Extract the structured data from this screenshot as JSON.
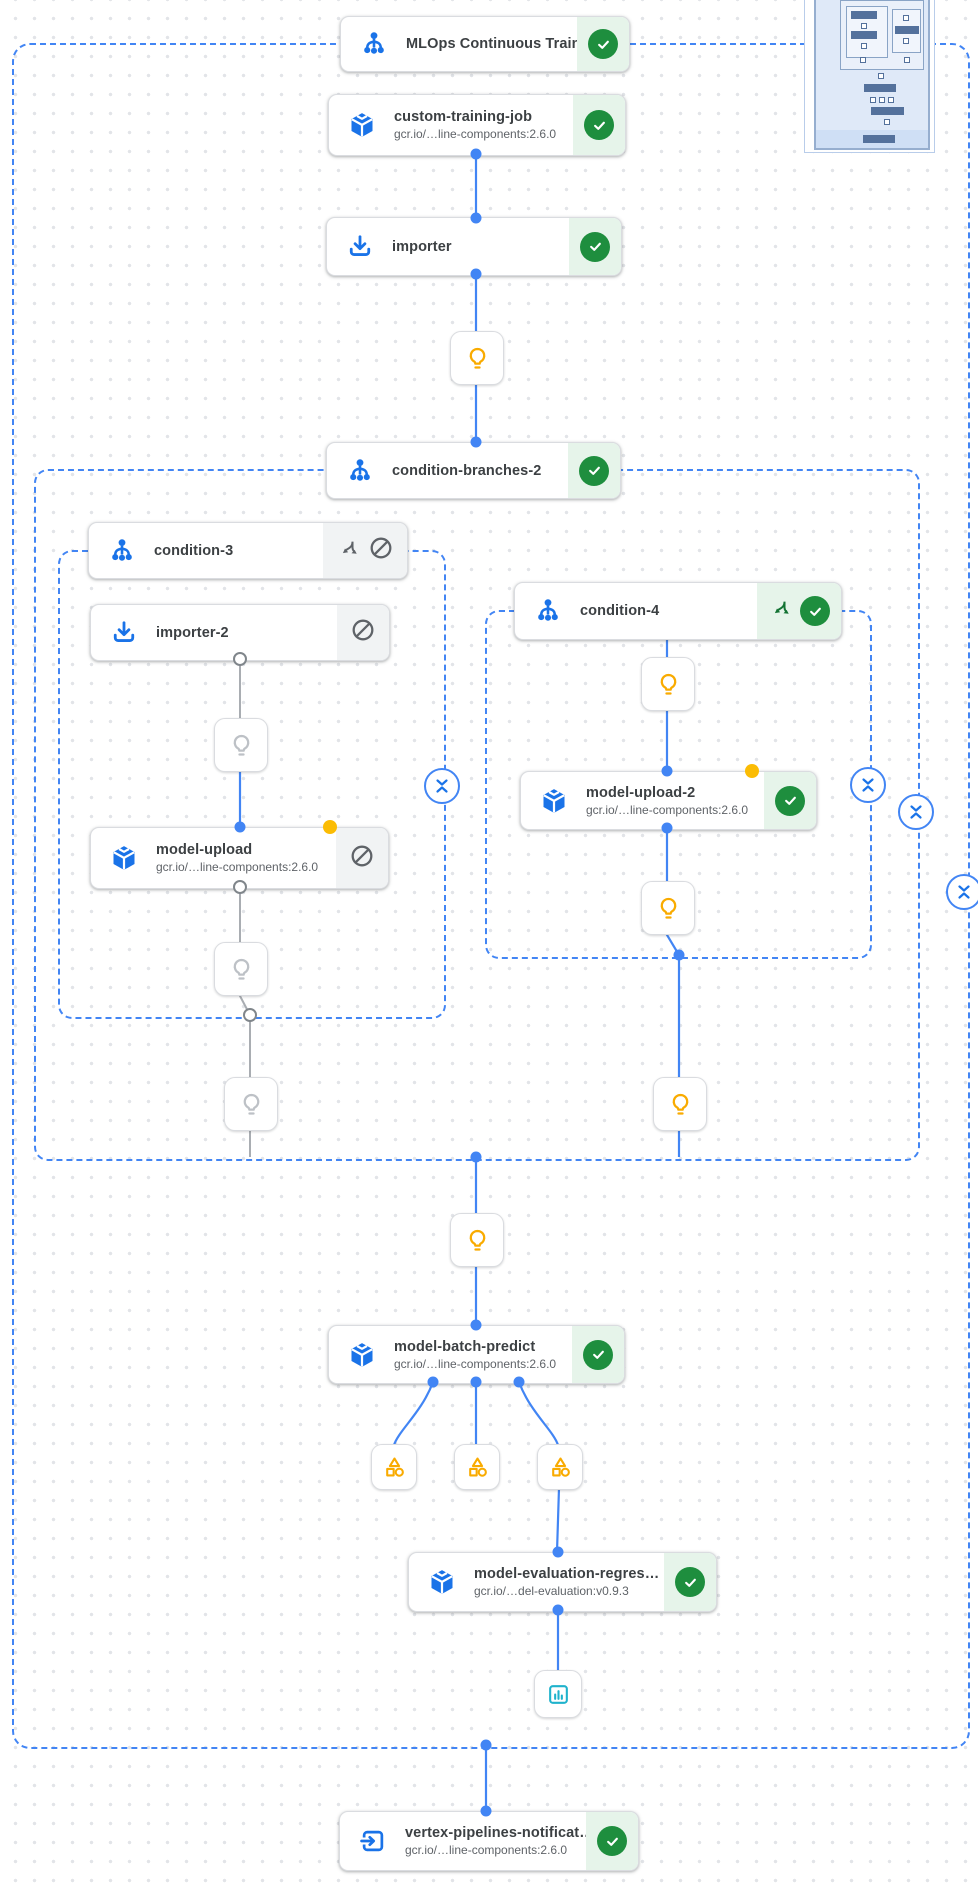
{
  "colors": {
    "accent_blue": "#4285F4",
    "icon_blue": "#1A73E8",
    "success_green": "#1E8E3E",
    "success_bg": "#E6F4EA",
    "skipped_gray": "#5F6368",
    "skipped_bg": "#F1F3F4",
    "artifact_yellow": "#F9AB00",
    "artifact_dot": "#FBBC04",
    "metrics_cyan": "#1FB2CC"
  },
  "nodes": {
    "mlops": {
      "title": "MLOps Continuous Traini…",
      "status": "succeeded",
      "icon": "pipeline-icon"
    },
    "custom_training_job": {
      "title": "custom-training-job",
      "subtitle": "gcr.io/…line-components:2.6.0",
      "status": "succeeded",
      "icon": "cube-icon"
    },
    "importer": {
      "title": "importer",
      "status": "succeeded",
      "icon": "import-icon"
    },
    "condition_branches_2": {
      "title": "condition-branches-2",
      "status": "succeeded",
      "icon": "condition-icon"
    },
    "condition_3": {
      "title": "condition-3",
      "status": "skipped",
      "icon": "condition-icon"
    },
    "importer_2": {
      "title": "importer-2",
      "status": "skipped",
      "icon": "import-icon"
    },
    "model_upload": {
      "title": "model-upload",
      "subtitle": "gcr.io/…line-components:2.6.0",
      "status": "skipped",
      "icon": "cube-icon"
    },
    "condition_4": {
      "title": "condition-4",
      "status": "succeeded",
      "icon": "condition-icon"
    },
    "model_upload_2": {
      "title": "model-upload-2",
      "subtitle": "gcr.io/…line-components:2.6.0",
      "status": "succeeded",
      "icon": "cube-icon"
    },
    "model_batch_predict": {
      "title": "model-batch-predict",
      "subtitle": "gcr.io/…line-components:2.6.0",
      "status": "succeeded",
      "icon": "cube-icon"
    },
    "model_evaluation": {
      "title": "model-evaluation-regres…",
      "subtitle": "gcr.io/…del-evaluation:v0.9.3",
      "status": "succeeded",
      "icon": "cube-icon"
    },
    "vertex_notification": {
      "title": "vertex-pipelines-notificat…",
      "subtitle": "gcr.io/…line-components:2.6.0",
      "status": "succeeded",
      "icon": "exit-icon"
    }
  }
}
